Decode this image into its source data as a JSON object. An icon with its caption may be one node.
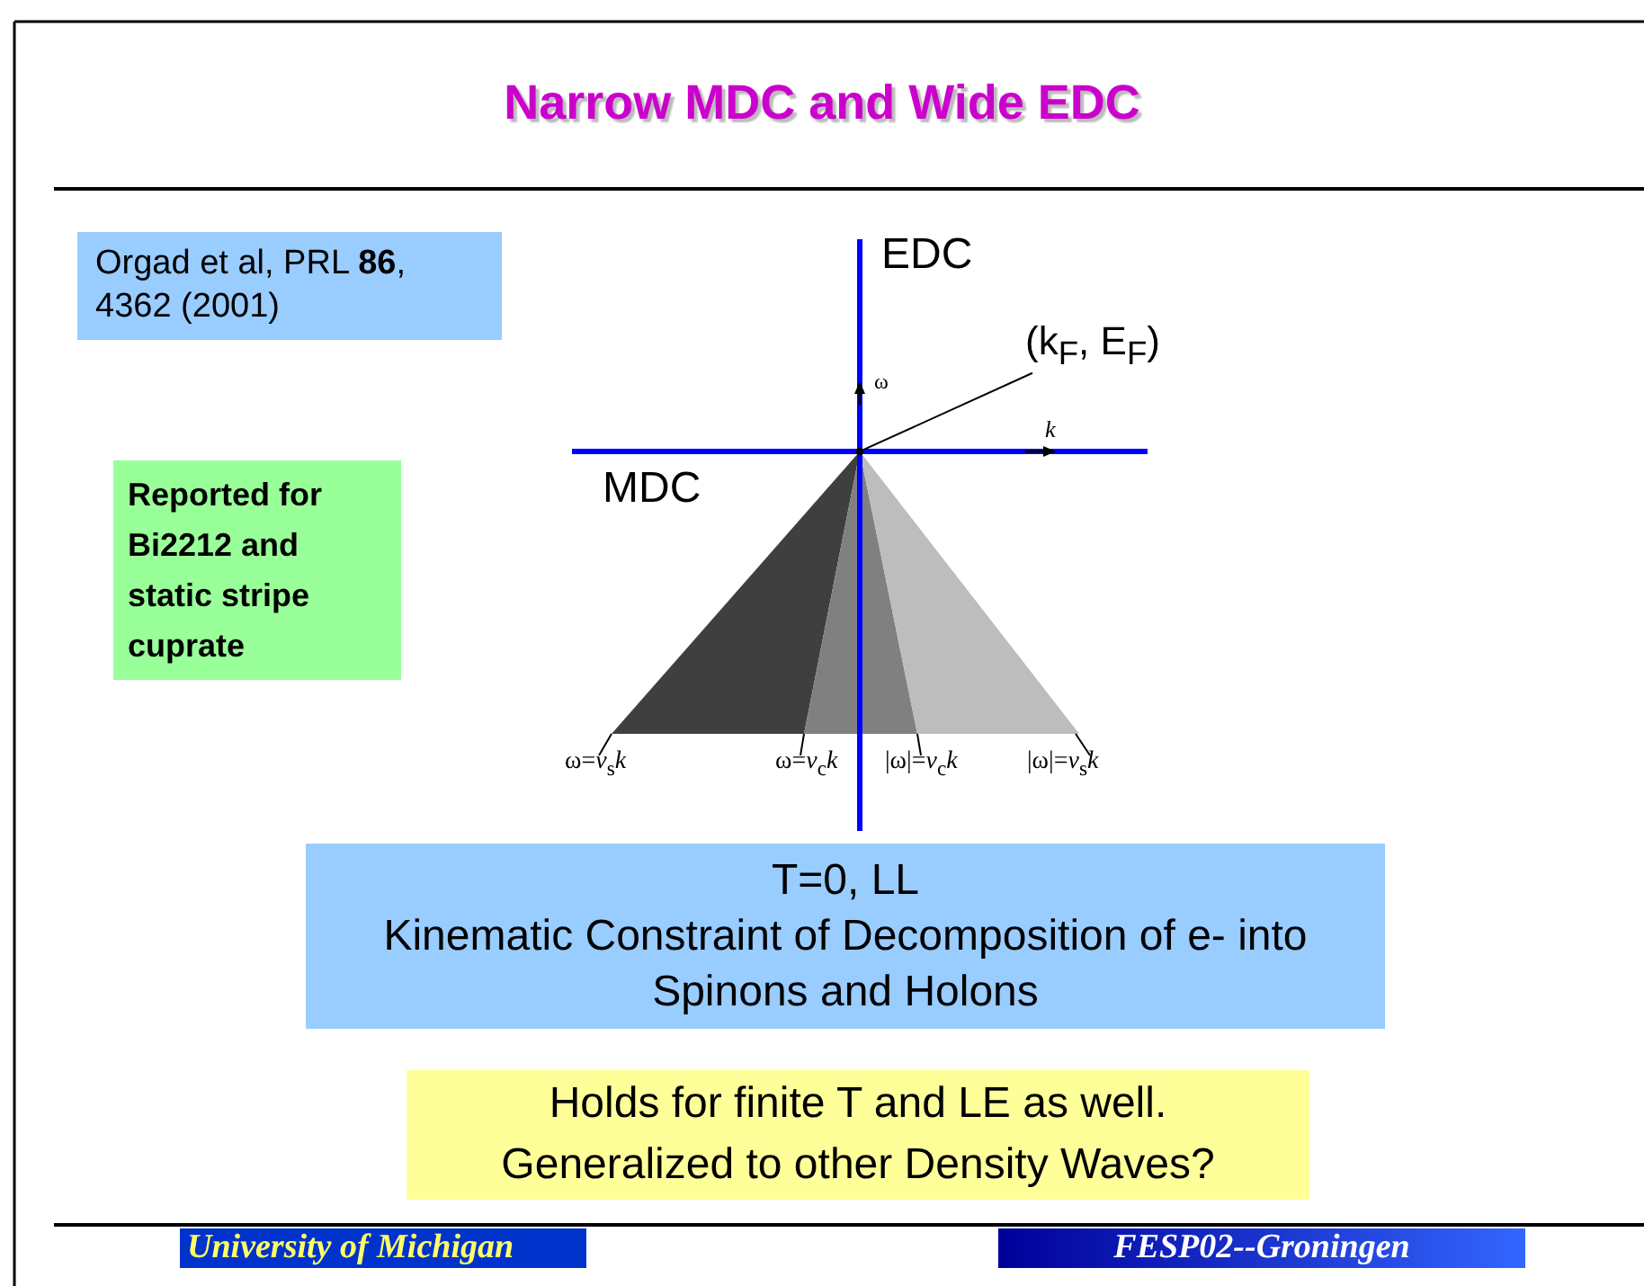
{
  "diagram": {
    "title": "Narrow MDC and Wide EDC",
    "nodes": [
      {
        "text": [
          "Orgad et al, PRL **86**, 4362 (2001)"
        ]
      },
      {
        "text": [
          "Reported for Bi2212 and static stripe cuprate"
        ]
      },
      {
        "text": [
          "(k$_{F}$, E$_{F}$)"
        ]
      },
      {
        "text": [
          "T=0, LL",
          "Kinematic Constraint of Decomposition of e- into Spinons and Holons"
        ]
      },
      {
        "text": [
          "Holds for finite T and LE as well. Generalized to other Density Waves?"
        ]
      },
      {
        "text": [],
        "shape": "point"
      }
    ],
    "edges": [
      {
        "from": 2,
        "to": 5,
        "arrow": "none"
      }
    ],
    "labels": [
      "EDC",
      "ω",
      "k",
      "MDC",
      "ω=*v*$_{s}$*k*",
      "ω=*v*$_{c}$*k*",
      "|ω|=*v*$_{c}$*k*",
      "|ω|=*v*$_{s}$*k*",
      "University of Michigan",
      "FESP02--Groningen"
    ]
  }
}
